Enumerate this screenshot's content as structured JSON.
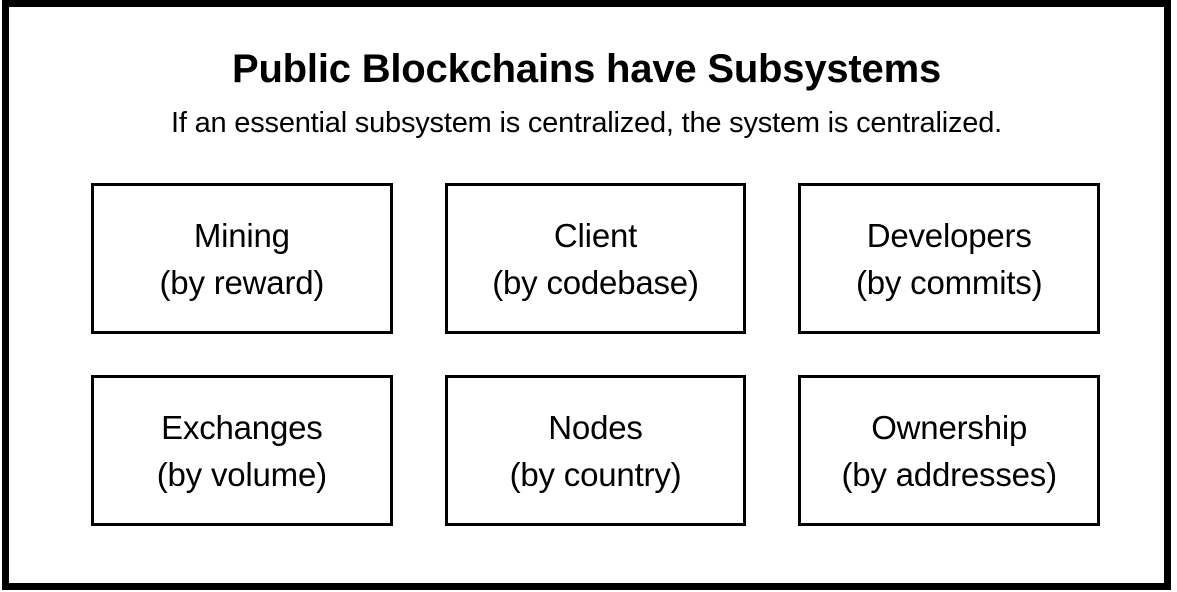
{
  "slide": {
    "title": "Public Blockchains have Subsystems",
    "subtitle": "If an essential subsystem is centralized, the system is centralized.",
    "border_color": "#000000",
    "background_color": "#ffffff",
    "text_color": "#000000"
  },
  "subsystems": [
    [
      {
        "name": "Mining",
        "metric": "(by reward)"
      },
      {
        "name": "Client",
        "metric": "(by codebase)"
      },
      {
        "name": "Developers",
        "metric": "(by commits)"
      }
    ],
    [
      {
        "name": "Exchanges",
        "metric": "(by volume)"
      },
      {
        "name": "Nodes",
        "metric": "(by country)"
      },
      {
        "name": "Ownership",
        "metric": "(by addresses)"
      }
    ]
  ]
}
